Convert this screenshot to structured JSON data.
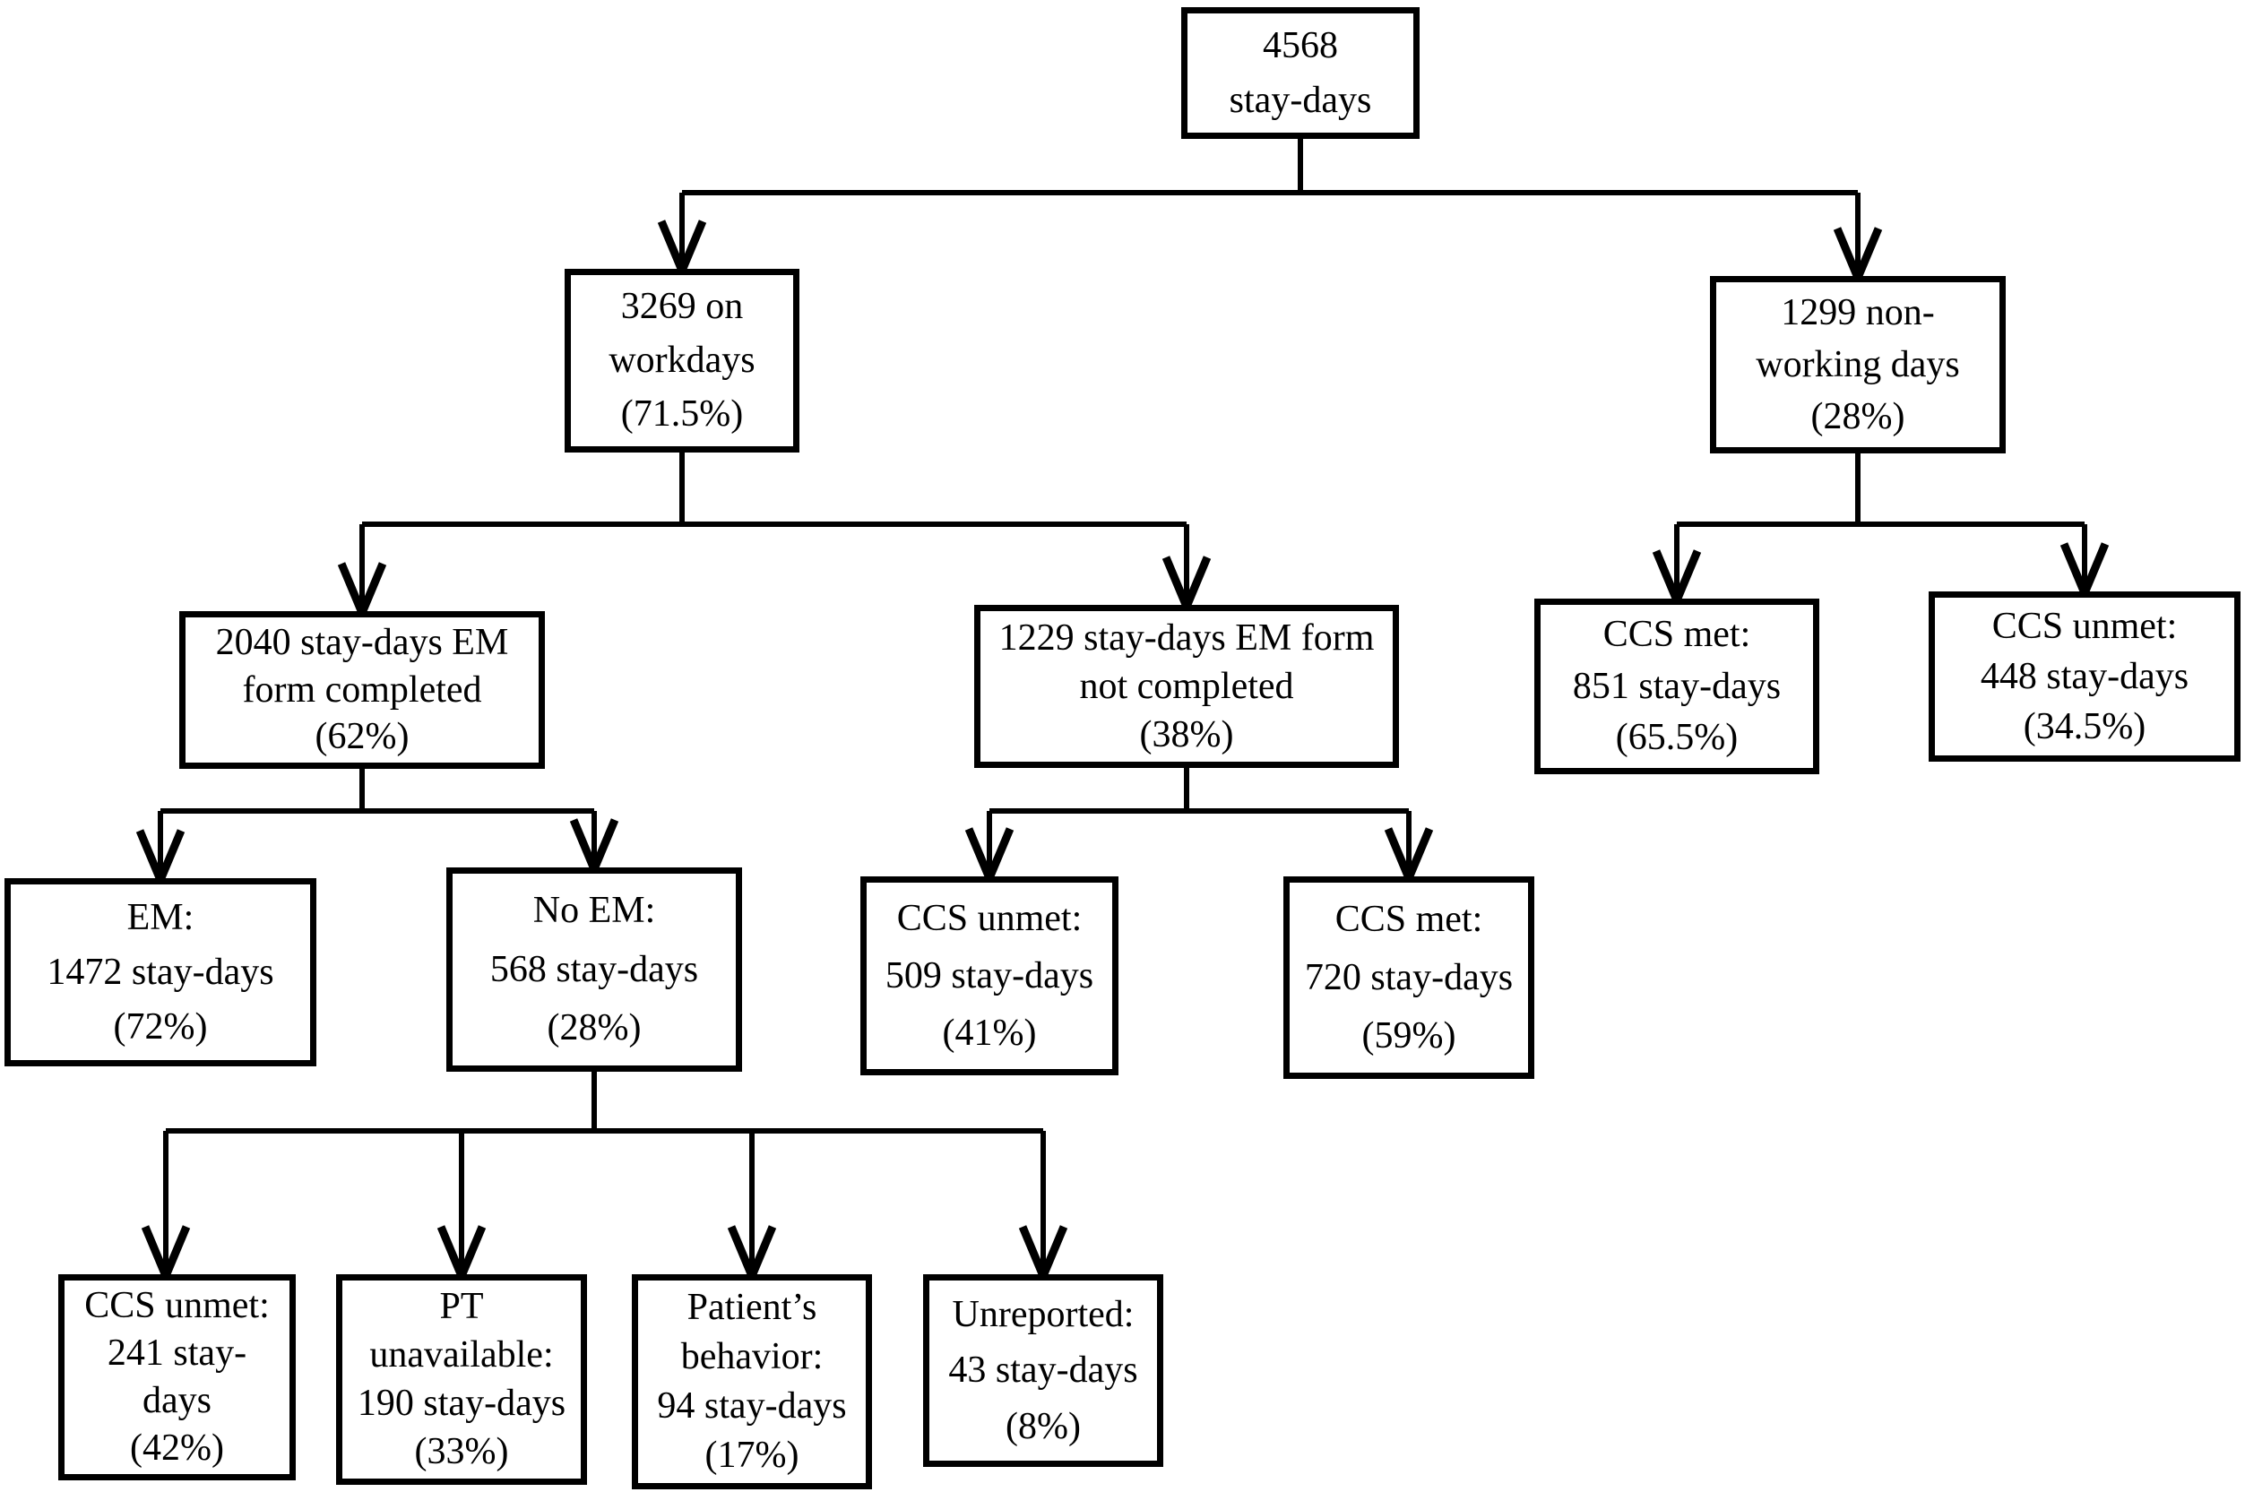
{
  "figure": {
    "kind": "flowchart",
    "background_color": "#ffffff",
    "line_color": "#000000",
    "box_border_color": "#000000",
    "text_color": "#000000"
  },
  "nodes": {
    "total": {
      "lines": [
        "4568",
        "stay-days"
      ],
      "value": 4568
    },
    "workdays": {
      "lines": [
        "3269 on",
        "workdays",
        "(71.5%)"
      ],
      "value": 3269,
      "percent": "71.5%"
    },
    "nonworking": {
      "lines": [
        "1299 non-",
        "working days",
        "(28%)"
      ],
      "value": 1299,
      "percent": "28%"
    },
    "em_completed": {
      "lines": [
        "2040 stay-days EM",
        "form completed",
        "(62%)"
      ],
      "value": 2040,
      "percent": "62%"
    },
    "em_not_completed": {
      "lines": [
        "1229 stay-days EM form",
        "not completed",
        "(38%)"
      ],
      "value": 1229,
      "percent": "38%"
    },
    "nonwork_ccs_met": {
      "lines": [
        "CCS met:",
        "851 stay-days",
        "(65.5%)"
      ],
      "value": 851,
      "percent": "65.5%"
    },
    "nonwork_ccs_unmet": {
      "lines": [
        "CCS unmet:",
        "448 stay-days",
        "(34.5%)"
      ],
      "value": 448,
      "percent": "34.5%"
    },
    "em": {
      "lines": [
        "EM:",
        "1472 stay-days",
        "(72%)"
      ],
      "value": 1472,
      "percent": "72%"
    },
    "no_em": {
      "lines": [
        "No EM:",
        "568 stay-days",
        "(28%)"
      ],
      "value": 568,
      "percent": "28%"
    },
    "ccs_unmet_509": {
      "lines": [
        "CCS unmet:",
        "509 stay-days",
        "(41%)"
      ],
      "value": 509,
      "percent": "41%"
    },
    "ccs_met_720": {
      "lines": [
        "CCS met:",
        "720 stay-days",
        "(59%)"
      ],
      "value": 720,
      "percent": "59%"
    },
    "ccs_unmet_241": {
      "lines": [
        "CCS unmet:",
        "241 stay-",
        "days",
        "(42%)"
      ],
      "value": 241,
      "percent": "42%"
    },
    "pt_unavailable": {
      "lines": [
        "PT",
        "unavailable:",
        "190 stay-days",
        "(33%)"
      ],
      "value": 190,
      "percent": "33%"
    },
    "patient_behavior": {
      "lines": [
        "Patient’s",
        "behavior:",
        "94 stay-days",
        "(17%)"
      ],
      "value": 94,
      "percent": "17%"
    },
    "unreported": {
      "lines": [
        "Unreported:",
        "43 stay-days",
        "(8%)"
      ],
      "value": 43,
      "percent": "8%"
    }
  },
  "edges": [
    [
      "total",
      "workdays"
    ],
    [
      "total",
      "nonworking"
    ],
    [
      "workdays",
      "em_completed"
    ],
    [
      "workdays",
      "em_not_completed"
    ],
    [
      "nonworking",
      "nonwork_ccs_met"
    ],
    [
      "nonworking",
      "nonwork_ccs_unmet"
    ],
    [
      "em_completed",
      "em"
    ],
    [
      "em_completed",
      "no_em"
    ],
    [
      "em_not_completed",
      "ccs_unmet_509"
    ],
    [
      "em_not_completed",
      "ccs_met_720"
    ],
    [
      "no_em",
      "ccs_unmet_241"
    ],
    [
      "no_em",
      "pt_unavailable"
    ],
    [
      "no_em",
      "patient_behavior"
    ],
    [
      "no_em",
      "unreported"
    ]
  ]
}
